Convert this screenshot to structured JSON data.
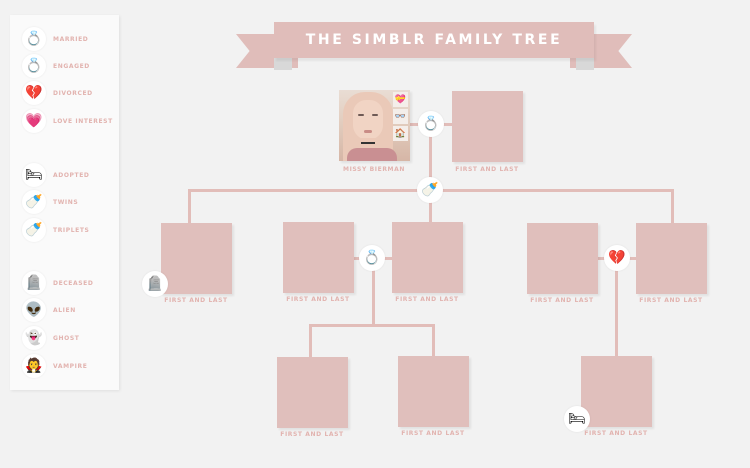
{
  "banner": {
    "title": "THE SIMBLR FAMILY TREE"
  },
  "legend": {
    "groups": [
      {
        "items": [
          {
            "icon": "married-rings-icon",
            "glyph": "💍",
            "label": "MARRIED"
          },
          {
            "icon": "engaged-ring-icon",
            "glyph": "💍",
            "label": "ENGAGED"
          },
          {
            "icon": "divorced-rings-icon",
            "glyph": "💔",
            "label": "DIVORCED"
          },
          {
            "icon": "heart-icon",
            "glyph": "💗",
            "label": "LOVE INTEREST"
          }
        ]
      },
      {
        "items": [
          {
            "icon": "bassinet-icon",
            "glyph": "🛏",
            "label": "ADOPTED"
          },
          {
            "icon": "twin-bottles-icon",
            "glyph": "🍼",
            "label": "TWINS"
          },
          {
            "icon": "triplet-bottles-icon",
            "glyph": "🍼",
            "label": "TRIPLETS"
          }
        ]
      },
      {
        "items": [
          {
            "icon": "tombstone-icon",
            "glyph": "🪦",
            "label": "DECEASED"
          },
          {
            "icon": "alien-icon",
            "glyph": "👽",
            "label": "ALIEN"
          },
          {
            "icon": "ghost-icon",
            "glyph": "👻",
            "label": "GHOST"
          },
          {
            "icon": "vampire-icon",
            "glyph": "🧛",
            "label": "VAMPIRE"
          }
        ]
      }
    ]
  },
  "tree": {
    "root": {
      "person": {
        "name": "MISSY BIERMAN",
        "traits": [
          "heart-trait-icon",
          "glasses-trait-icon",
          "house-trait-icon"
        ],
        "trait_glyphs": [
          "💝",
          "👓",
          "🏠"
        ]
      },
      "spouse": {
        "name": "FIRST AND LAST"
      },
      "relation": {
        "icon": "married-rings-icon",
        "glyph": "💍"
      },
      "children_badge": {
        "icon": "triplet-bottles-icon",
        "glyph": "🍼"
      }
    },
    "generation2": [
      {
        "name": "FIRST AND LAST",
        "badge": {
          "icon": "tombstone-icon",
          "glyph": "🪦",
          "meaning": "DECEASED"
        }
      },
      {
        "name": "FIRST AND LAST"
      },
      {
        "name": "FIRST AND LAST"
      },
      {
        "name": "FIRST AND LAST"
      },
      {
        "name": "FIRST AND LAST"
      }
    ],
    "couples": [
      {
        "relation": {
          "icon": "engaged-ring-icon",
          "glyph": "💍",
          "meaning": "ENGAGED"
        }
      },
      {
        "relation": {
          "icon": "divorced-rings-icon",
          "glyph": "💔",
          "meaning": "DIVORCED"
        }
      }
    ],
    "generation3": [
      {
        "name": "FIRST AND LAST"
      },
      {
        "name": "FIRST AND LAST"
      },
      {
        "name": "FIRST AND LAST",
        "badge": {
          "icon": "bassinet-icon",
          "glyph": "🛏",
          "meaning": "ADOPTED"
        }
      }
    ]
  },
  "colors": {
    "background": "#f2f2f2",
    "panel": "#fafafa",
    "box": "#e0bfbc",
    "line": "#e2bdb9",
    "label": "#e2b3af",
    "banner": "#e0bdba",
    "title_text": "#ffffff"
  }
}
